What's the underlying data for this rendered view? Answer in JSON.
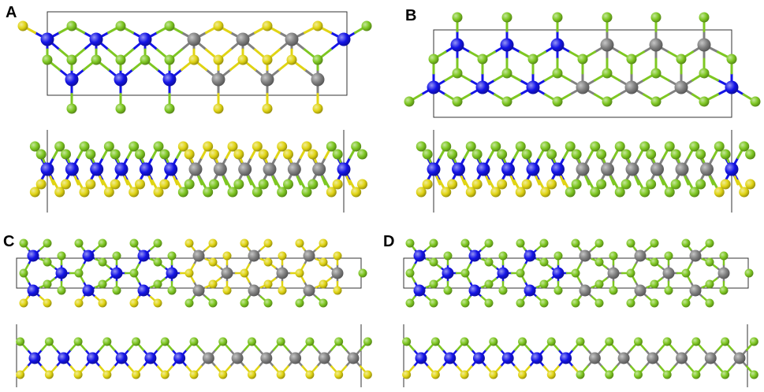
{
  "figure": {
    "panels": [
      {
        "label": "A",
        "title_bind": "A"
      },
      {
        "label": "B"
      },
      {
        "label": "C"
      },
      {
        "label": "D"
      }
    ]
  },
  "colors": {
    "metal_a": "#1414e6",
    "metal_b": "#808080",
    "chalcogen_green": "#7ec722",
    "chalcogen_yellow": "#e0d414",
    "cell_outline": "#333333",
    "background": "#ffffff"
  },
  "atoms": {
    "blue": "blue-atom",
    "gray": "gray-atom",
    "green": "green-atom",
    "yellow": "yellow-atom"
  }
}
